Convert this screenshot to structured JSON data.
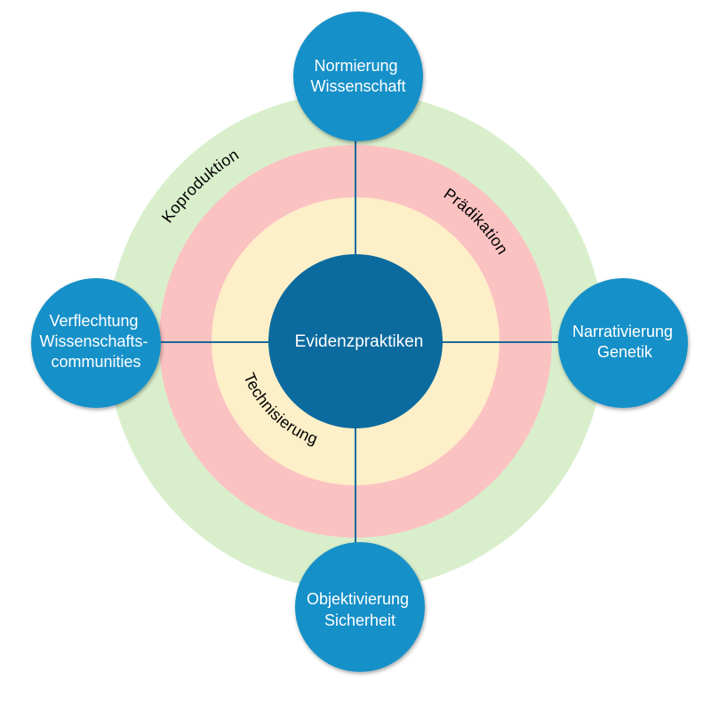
{
  "diagram": {
    "center": {
      "label": "Evidenzpraktiken"
    },
    "rings": {
      "outer": {
        "label": "Koproduktion",
        "color": "#d9efcc"
      },
      "middle": {
        "label": "Prädikation",
        "color": "#fbc2c2"
      },
      "inner": {
        "label": "Technisierung",
        "color": "#fdefc8"
      }
    },
    "nodes": {
      "top": {
        "line1": "Normierung",
        "line2": "Wissenschaft"
      },
      "right": {
        "line1": "Narrativierung",
        "line2": "Genetik"
      },
      "bottom": {
        "line1": "Objektivierung",
        "line2": "Sicherheit"
      },
      "left": {
        "line1": "Verflechtung",
        "line2": "Wissenschafts-",
        "line3": "communities"
      }
    },
    "colors": {
      "node_fill": "#1690c8",
      "center_fill": "#0b6a9e",
      "connector": "#1a6a9a"
    }
  }
}
